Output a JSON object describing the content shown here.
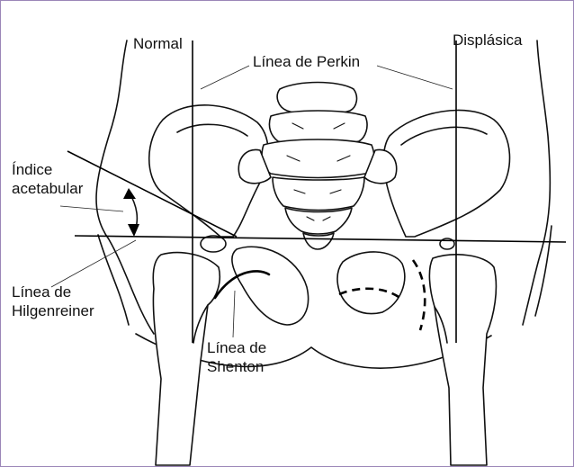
{
  "labels": {
    "normal": "Normal",
    "dysplastic": "Displásica",
    "perkin": "Línea de Perkin",
    "acetabular_index_line1": "Índice",
    "acetabular_index_line2": "acetabular",
    "hilgenreiner_line1": "Línea de",
    "hilgenreiner_line2": "Hilgenreiner",
    "shenton_line1": "Línea de",
    "shenton_line2": "Shenton"
  },
  "colors": {
    "frame_border": "#9b86b8",
    "ink": "#111111",
    "background": "#ffffff"
  }
}
